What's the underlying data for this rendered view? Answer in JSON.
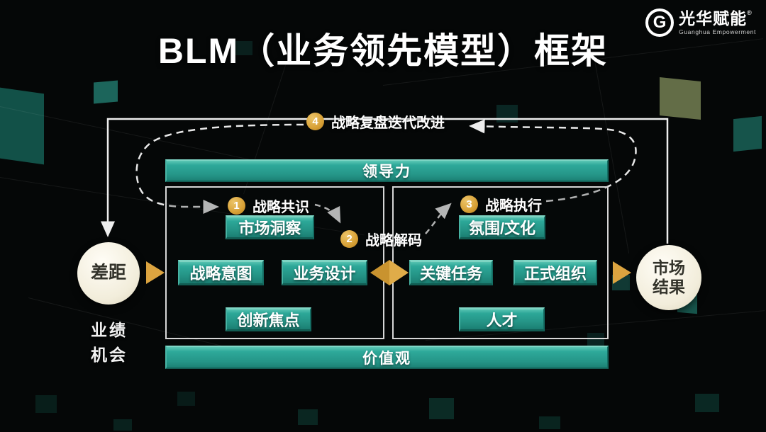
{
  "title": "BLM（业务领先模型）框架",
  "logo": {
    "letter": "G",
    "name": "光华赋能",
    "reg": "®",
    "subtitle": "Guanghua Empowerment"
  },
  "framework": {
    "leadership_bar": "领导力",
    "values_bar": "价值观",
    "steps": [
      {
        "num": "1",
        "label": "战略共识"
      },
      {
        "num": "2",
        "label": "战略解码"
      },
      {
        "num": "3",
        "label": "战略执行"
      },
      {
        "num": "4",
        "label": "战略复盘迭代改进"
      }
    ],
    "left_box": {
      "top": "市场洞察",
      "mid_left": "战略意图",
      "mid_right": "业务设计",
      "bottom": "创新焦点"
    },
    "right_box": {
      "top": "氛围/文化",
      "mid_left": "关键任务",
      "mid_right": "正式组织",
      "bottom": "人才"
    },
    "gap_circle": {
      "label": "差距"
    },
    "gap_sublabels": [
      "业绩",
      "机会"
    ],
    "result_circle": {
      "lines": [
        "市场",
        "结果"
      ]
    }
  },
  "colors": {
    "teal": "#2ca798",
    "gold": "#dca440",
    "cream": "#f2eddb",
    "background": "#050707"
  }
}
